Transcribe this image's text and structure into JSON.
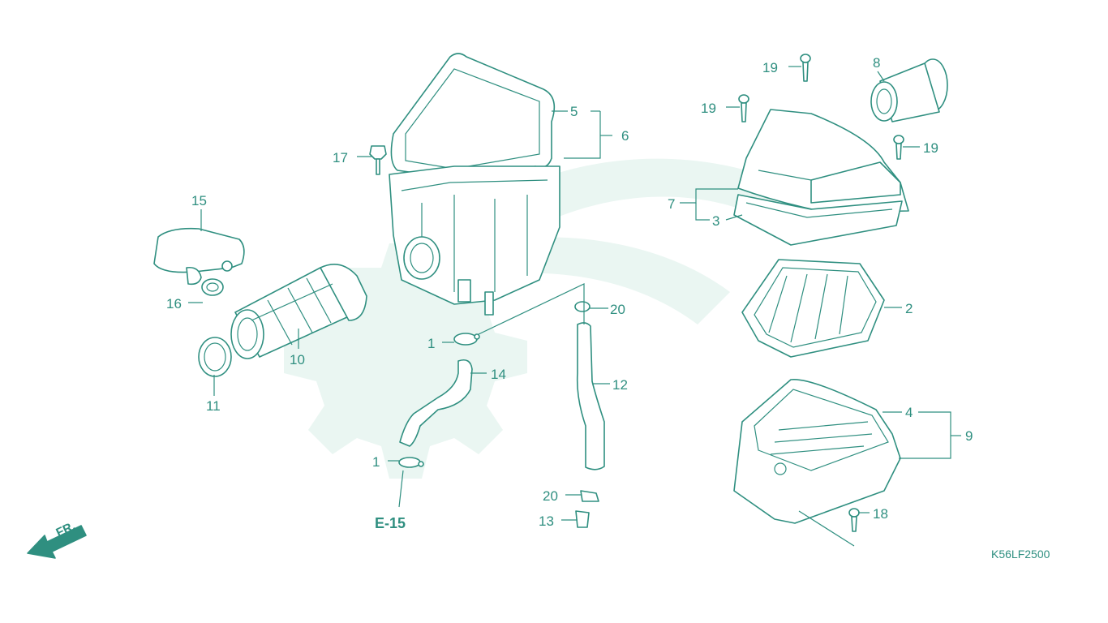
{
  "diagram": {
    "code": "K56LF2500",
    "reference": "E-15",
    "direction": "FR.",
    "callouts": [
      {
        "id": "c1a",
        "text": "1"
      },
      {
        "id": "c1b",
        "text": "1"
      },
      {
        "id": "c2",
        "text": "2"
      },
      {
        "id": "c3",
        "text": "3"
      },
      {
        "id": "c4",
        "text": "4"
      },
      {
        "id": "c5",
        "text": "5"
      },
      {
        "id": "c6",
        "text": "6"
      },
      {
        "id": "c7",
        "text": "7"
      },
      {
        "id": "c8",
        "text": "8"
      },
      {
        "id": "c9",
        "text": "9"
      },
      {
        "id": "c10",
        "text": "10"
      },
      {
        "id": "c11",
        "text": "11"
      },
      {
        "id": "c12",
        "text": "12"
      },
      {
        "id": "c13",
        "text": "13"
      },
      {
        "id": "c14",
        "text": "14"
      },
      {
        "id": "c15",
        "text": "15"
      },
      {
        "id": "c16",
        "text": "16"
      },
      {
        "id": "c17",
        "text": "17"
      },
      {
        "id": "c18",
        "text": "18"
      },
      {
        "id": "c19a",
        "text": "19"
      },
      {
        "id": "c19b",
        "text": "19"
      },
      {
        "id": "c19c",
        "text": "19"
      },
      {
        "id": "c20a",
        "text": "20"
      },
      {
        "id": "c20b",
        "text": "20"
      }
    ]
  },
  "colors": {
    "line": "#2f8f80",
    "watermark": "#eaf6f2",
    "background": "#ffffff"
  }
}
